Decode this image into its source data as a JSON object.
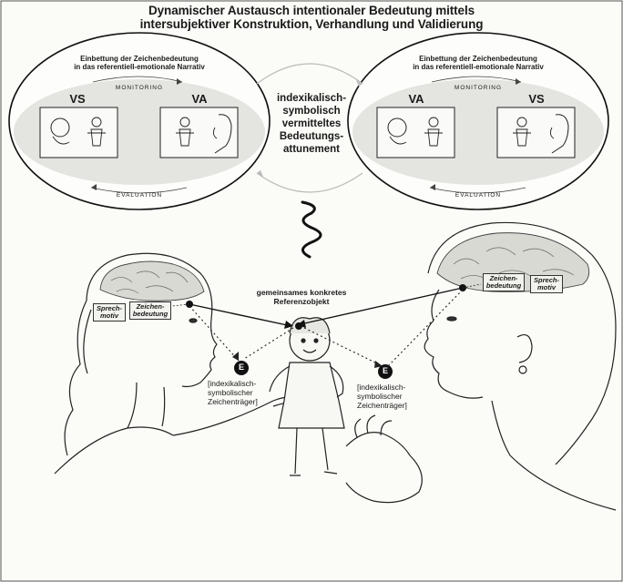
{
  "title": {
    "line1": "Dynamischer Austausch intentionaler Bedeutung mittels",
    "line2": "intersubjektiver Konstruktion, Verhandlung und Validierung"
  },
  "left_oval": {
    "embed_line1": "Einbettung der Zeichenbedeutung",
    "embed_line2": "in das referentiell-emotionale Narrativ",
    "monitoring": "MONITORING",
    "evaluation": "EVALUATION",
    "left_label": "VS",
    "right_label": "VA"
  },
  "right_oval": {
    "embed_line1": "Einbettung der Zeichenbedeutung",
    "embed_line2": "in das referentiell-emotionale Narrativ",
    "monitoring": "MONITORING",
    "evaluation": "EVALUATION",
    "left_label": "VA",
    "right_label": "VS"
  },
  "center_text": {
    "line1": "indexikalisch-",
    "line2": "symbolisch",
    "line3": "vermitteltes",
    "line4": "Bedeutungs-",
    "line5": "attunement"
  },
  "referent": {
    "line1": "gemeinsames konkretes",
    "line2": "Referenzobjekt"
  },
  "left_boxes": {
    "sprechmotiv_1": "Sprech-",
    "sprechmotiv_2": "motiv",
    "zeichen_1": "Zeichen-",
    "zeichen_2": "bedeutung"
  },
  "right_boxes": {
    "zeichen_1": "Zeichen-",
    "zeichen_2": "bedeutung",
    "sprechmotiv_1": "Sprech-",
    "sprechmotiv_2": "motiv"
  },
  "left_sign": {
    "marker": "E",
    "line1": "[indexikalisch-",
    "line2": "symbolischer",
    "line3": "Zeichenträger]"
  },
  "right_sign": {
    "marker": "E",
    "line1": "[indexikalisch-",
    "line2": "symbolischer",
    "line3": "Zeichenträger]"
  }
}
